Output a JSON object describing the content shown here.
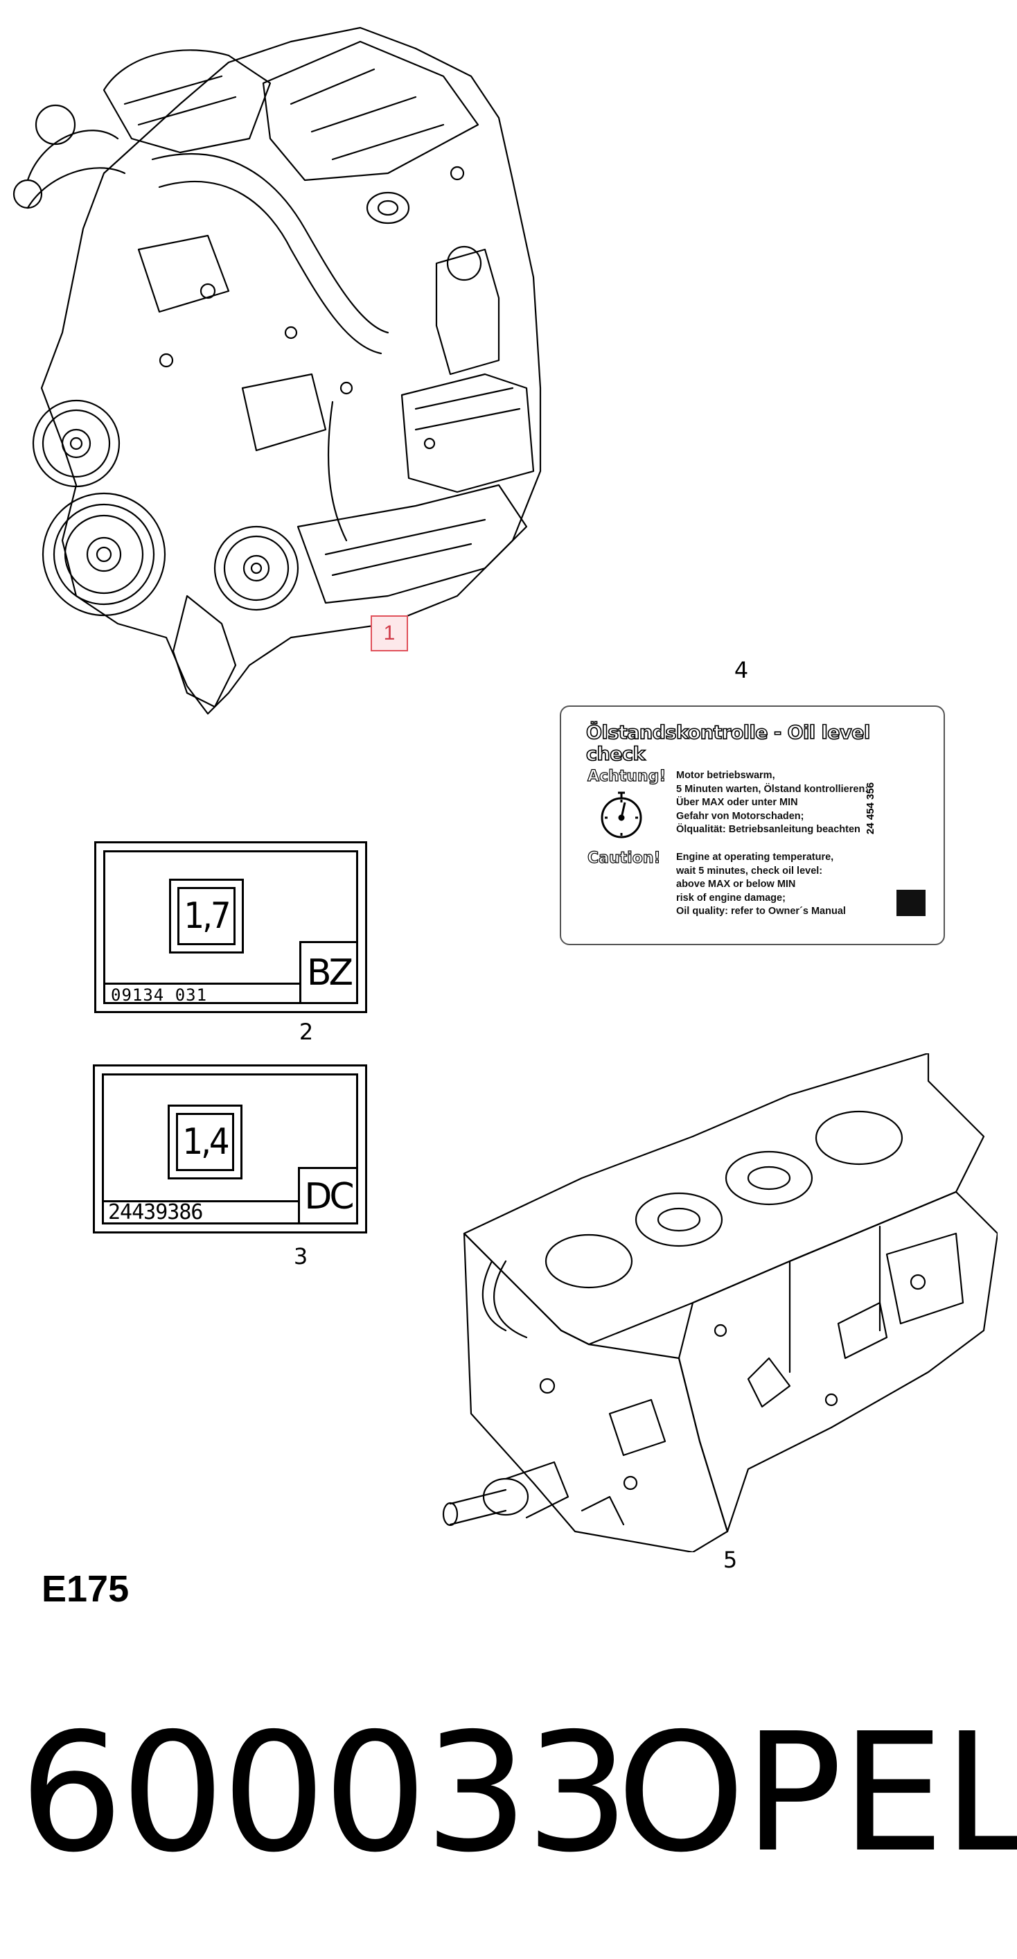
{
  "callouts": {
    "engine": "1",
    "label_bz": "2",
    "label_dc": "3",
    "oil_label": "4",
    "short_block": "5"
  },
  "label_bz": {
    "displacement": "1,7",
    "code": "BZ",
    "part_number": "09134 031"
  },
  "label_dc": {
    "displacement": "1,4",
    "code": "DC",
    "part_number": "24439386"
  },
  "oil_label": {
    "title": "Ölstandskontrolle - Oil level check",
    "german_heading": "Achtung!",
    "german_lines": [
      "Motor betriebswarm,",
      "5 Minuten warten, Ölstand kontrollieren:",
      "Über MAX oder unter MIN",
      "Gefahr von Motorschaden;",
      "Ölqualität: Betriebsanleitung beachten"
    ],
    "english_heading": "Caution!",
    "english_lines": [
      "Engine at operating temperature,",
      "wait 5 minutes, check oil level:",
      "above MAX or below MIN",
      "risk of engine damage;",
      "Oil quality: refer to Owner´s Manual"
    ],
    "part_number": "24 454 356"
  },
  "figure_code": "E175",
  "footer": {
    "catalog_number": "600033",
    "brand": "OPEL"
  },
  "colors": {
    "callout_highlight_border": "#e0505a",
    "callout_highlight_fill": "#fde8ea",
    "ink": "#000000"
  }
}
